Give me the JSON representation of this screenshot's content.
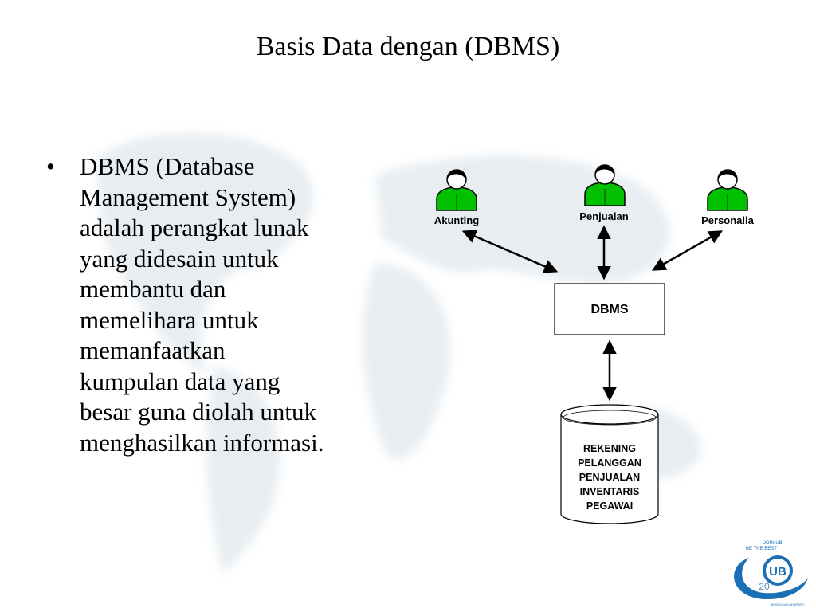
{
  "title": "Basis Data dengan (DBMS)",
  "bullet": {
    "marker": "•",
    "lines": [
      "DBMS (Database",
      "Management System)",
      "adalah perangkat lunak",
      "yang didesain untuk",
      "membantu dan",
      "memelihara untuk",
      "memanfaatkan",
      "kumpulan data yang",
      "besar guna diolah untuk",
      "menghasilkan informasi."
    ]
  },
  "diagram": {
    "users": [
      {
        "label": "Akunting",
        "icon": "user-icon"
      },
      {
        "label": "Penjualan",
        "icon": "user-icon"
      },
      {
        "label": "Personalia",
        "icon": "user-icon"
      }
    ],
    "dbms_label": "DBMS",
    "database": {
      "icon": "database-cylinder-icon",
      "items": [
        "REKENING",
        "PELANGGAN",
        "PENJUALAN",
        "INVENTARIS",
        "PEGAWAI"
      ]
    },
    "user_color": "#00c000"
  },
  "logo": {
    "line1": "JOIN UB",
    "line2": "BE THE BEST",
    "badge": "UB",
    "university": "BRAWIJAYA UNIVERSITY",
    "color": "#1a6fb5"
  },
  "page_number": "20"
}
